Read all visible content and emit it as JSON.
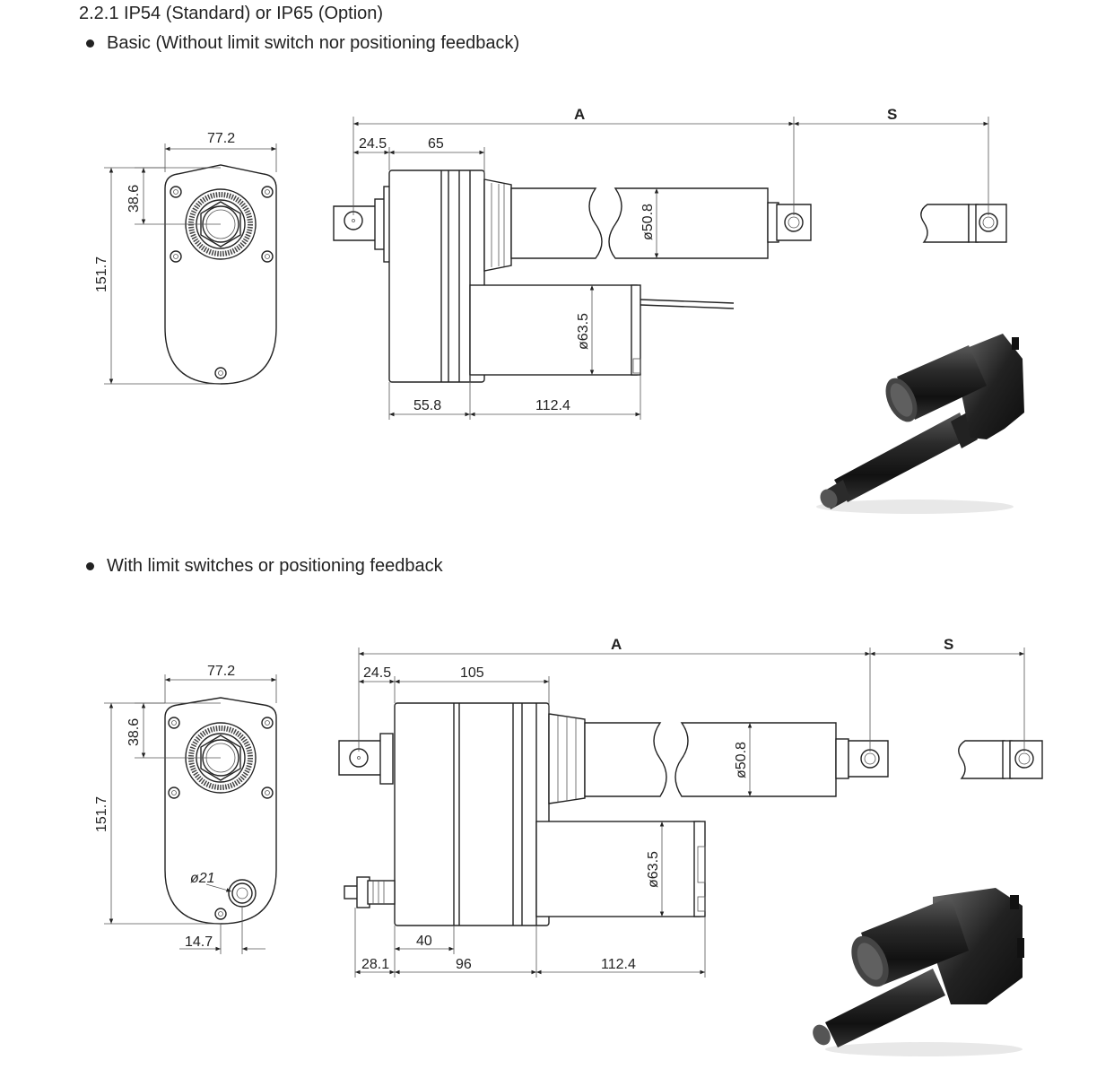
{
  "heading": "2.2.1  IP54 (Standard) or IP65 (Option)",
  "bullets": {
    "basic": "Basic (Without limit switch nor positioning feedback)",
    "feedback": "With limit switches or positioning feedback"
  },
  "figure1": {
    "side_width": "77.2",
    "side_offset": "38.6",
    "side_height": "151.7",
    "length_a": "A",
    "stroke_s": "S",
    "clevis": "24.5",
    "gearbox": "65",
    "rod_dia": "ø50.8",
    "motor_dia": "ø63.5",
    "base_width": "55.8",
    "motor_length": "112.4"
  },
  "figure2": {
    "side_width": "77.2",
    "side_offset": "38.6",
    "side_height": "151.7",
    "connector_dia": "ø21",
    "connector_offset": "14.7",
    "length_a": "A",
    "stroke_s": "S",
    "clevis": "24.5",
    "gearbox": "105",
    "rod_dia": "ø50.8",
    "motor_dia": "ø63.5",
    "cable_gland": "28.1",
    "housing_a": "40",
    "housing_b": "96",
    "motor_length": "112.4"
  }
}
